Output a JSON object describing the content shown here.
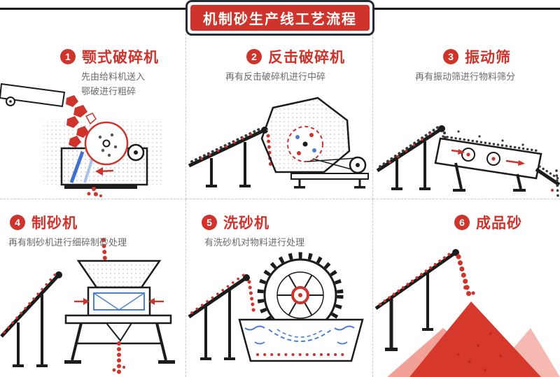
{
  "header": {
    "title": "机制砂生产线工艺流程"
  },
  "panels": [
    {
      "num": "1",
      "title": "颚式破碎机",
      "desc": "先由给料机送入\n鄂破进行粗碎",
      "illustration": "jaw-crusher"
    },
    {
      "num": "2",
      "title": "反击破碎机",
      "desc": "再有反击破碎机进行中碎",
      "illustration": "impact-crusher"
    },
    {
      "num": "3",
      "title": "振动筛",
      "desc": "再有振动筛进行物料筛分",
      "illustration": "vibrating-screen"
    },
    {
      "num": "4",
      "title": "制砂机",
      "desc": "再有制砂机进行细碎制砂处理",
      "illustration": "sand-maker"
    },
    {
      "num": "5",
      "title": "洗砂机",
      "desc": "有洗砂机对物料进行处理",
      "illustration": "sand-washer"
    },
    {
      "num": "6",
      "title": "成品砂",
      "desc": "",
      "illustration": "sand-piles"
    }
  ],
  "colors": {
    "accent_red": "#ce342b",
    "pile_red": "#d6382c",
    "pile_pink_light": "#f5b9b1",
    "pile_pink": "#f2a198",
    "machine_blue": "#4a7fd6",
    "text_gray": "#6b6b6b",
    "border_dark": "#262c35",
    "separator_gray": "#c9c9c9"
  }
}
